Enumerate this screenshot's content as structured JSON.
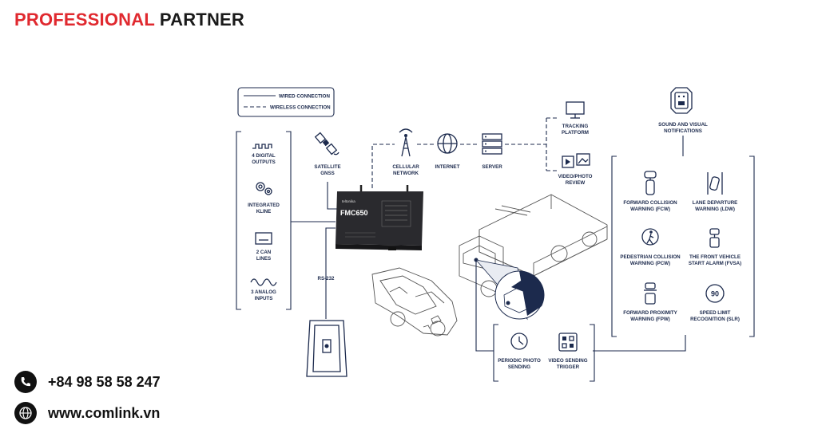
{
  "header": {
    "brand_part1": "PROFESSIONAL",
    "brand_part2": "PARTNER"
  },
  "contact": {
    "phone": "+84 98 58 58 247",
    "website": "www.comlink.vn",
    "phone_icon": "phone-icon",
    "web_icon": "globe-icon"
  },
  "legend": {
    "wired": "WIRED CONNECTION",
    "wireless": "WIRELESS CONNECTION"
  },
  "inputs": [
    {
      "l1": "4 DIGITAL",
      "l2": "OUTPUTS",
      "icon": "digital-wave-icon"
    },
    {
      "l1": "INTEGRATED",
      "l2": "KLINE",
      "icon": "gears-icon"
    },
    {
      "l1": "2 CAN",
      "l2": "LINES",
      "icon": "can-lines-icon"
    },
    {
      "l1": "3 ANALOG",
      "l2": "INPUTS",
      "icon": "analog-wave-icon"
    }
  ],
  "network": {
    "satellite": {
      "l1": "SATELLITE",
      "l2": "GNSS"
    },
    "cellular": {
      "l1": "CELLULAR",
      "l2": "NETWORK"
    },
    "internet": "INTERNET",
    "server": "SERVER",
    "tracking": {
      "l1": "TRACKING",
      "l2": "PLATFORM"
    },
    "video": {
      "l1": "VIDEO/PHOTO",
      "l2": "REVIEW"
    }
  },
  "device": {
    "model": "FMC650",
    "brand": "teltonika",
    "rs232": "RS-232"
  },
  "notifications": {
    "l1": "SOUND AND VISUAL",
    "l2": "NOTIFICATIONS"
  },
  "adas": [
    {
      "l1": "FORWARD COLLISION",
      "l2": "WARNING (FCW)",
      "icon": "forward-collision-icon"
    },
    {
      "l1": "LANE DEPARTURE",
      "l2": "WARNING (LDW)",
      "icon": "lane-departure-icon"
    },
    {
      "l1": "PEDESTRIAN COLLISION",
      "l2": "WARNING (PCW)",
      "icon": "pedestrian-icon"
    },
    {
      "l1": "THE FRONT VEHICLE",
      "l2": "START ALARM (FVSA)",
      "icon": "front-vehicle-icon"
    },
    {
      "l1": "FORWARD PROXIMITY",
      "l2": "WARNING (FPW)",
      "icon": "forward-proximity-icon"
    },
    {
      "l1": "SPEED LIMIT",
      "l2": "RECOGNITION (SLR)",
      "icon": "speed-limit-icon",
      "speed": "90"
    }
  ],
  "triggers": [
    {
      "l1": "PERIODIC PHOTO",
      "l2": "SENDING",
      "icon": "clock-icon"
    },
    {
      "l1": "VIDEO SENDING",
      "l2": "TRIGGER",
      "icon": "trigger-icon"
    }
  ]
}
